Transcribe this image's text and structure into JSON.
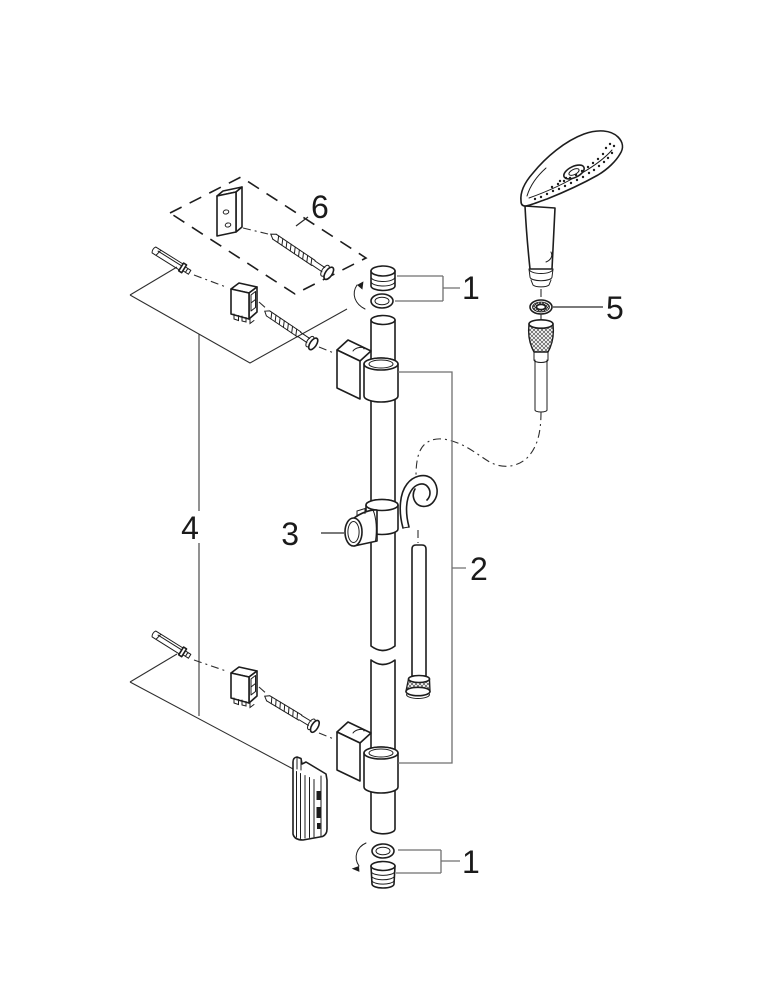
{
  "colors": {
    "background": "#ffffff",
    "line": "#1d1d1d",
    "callout_line": "#6f6f6f",
    "text": "#1a1a1a"
  },
  "callouts": [
    {
      "number": "1",
      "part": "rail-top-end-cap-and-o-ring"
    },
    {
      "number": "1",
      "part": "rail-bottom-end-cap-and-o-ring"
    },
    {
      "number": "2",
      "part": "shower-hose"
    },
    {
      "number": "3",
      "part": "glide-element-knob"
    },
    {
      "number": "4",
      "part": "wall-mounting-hardware-set"
    },
    {
      "number": "5",
      "part": "filter-washer"
    },
    {
      "number": "6",
      "part": "fixing-plate-and-screw"
    }
  ]
}
